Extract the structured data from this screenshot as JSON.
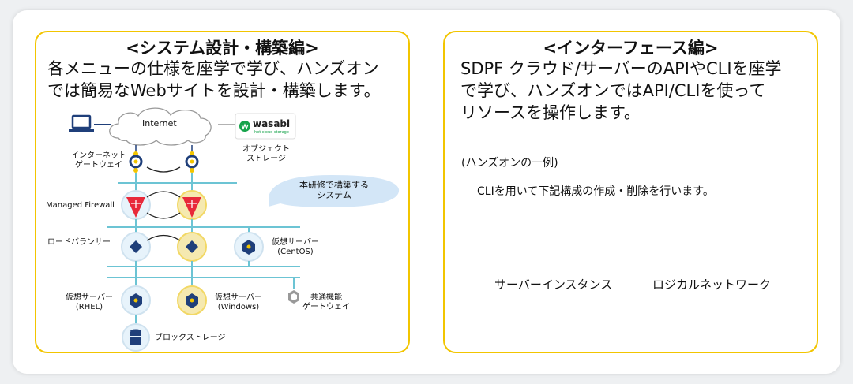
{
  "left_panel": {
    "title": "<システム設計・構築編>",
    "description_line1": "各メニューの仕様を座学で学び、ハンズオン",
    "description_line2": "では簡易なWebサイトを設計・構築します。",
    "diagram": {
      "internet": "Internet",
      "wasabi_brand": "wasabi",
      "wasabi_sub": "hot cloud storage",
      "object_storage_l1": "オブジェクト",
      "object_storage_l2": "ストレージ",
      "internet_gateway_l1": "インターネット",
      "internet_gateway_l2": "ゲートウェイ",
      "bubble_l1": "本研修で構築する",
      "bubble_l2": "システム",
      "managed_firewall": "Managed Firewall",
      "load_balancer": "ロードバランサー",
      "vserver_centos_l1": "仮想サーバー",
      "vserver_centos_l2": "(CentOS)",
      "vserver_rhel_l1": "仮想サーバー",
      "vserver_rhel_l2": "(RHEL)",
      "vserver_windows_l1": "仮想サーバー",
      "vserver_windows_l2": "(Windows)",
      "common_gateway_l1": "共通機能",
      "common_gateway_l2": "ゲートウェイ",
      "block_storage": "ブロックストレージ"
    }
  },
  "right_panel": {
    "title": "<インターフェース編>",
    "description_line1": "SDPF クラウド/サーバーのAPIやCLIを座学",
    "description_line2": "で学び、ハンズオンではAPI/CLIを使って",
    "description_line3": "リソースを操作します。",
    "example_heading": "(ハンズオンの一例)",
    "example_text": "CLIを用いて下記構成の作成・削除を行います。",
    "server_label": "サーバーインスタンス",
    "network_label": "ロジカルネットワーク"
  },
  "colors": {
    "panel_border": "#f2c500",
    "line_teal": "#6cc4d4",
    "firewall_red": "#e8293a",
    "node_yellow": "#f5e9b0",
    "server_navy": "#1f3f7a",
    "cloud_blue": "#a9cdf0",
    "bubble_blue": "#d3e6f7",
    "wasabi_green": "#15a34a"
  }
}
